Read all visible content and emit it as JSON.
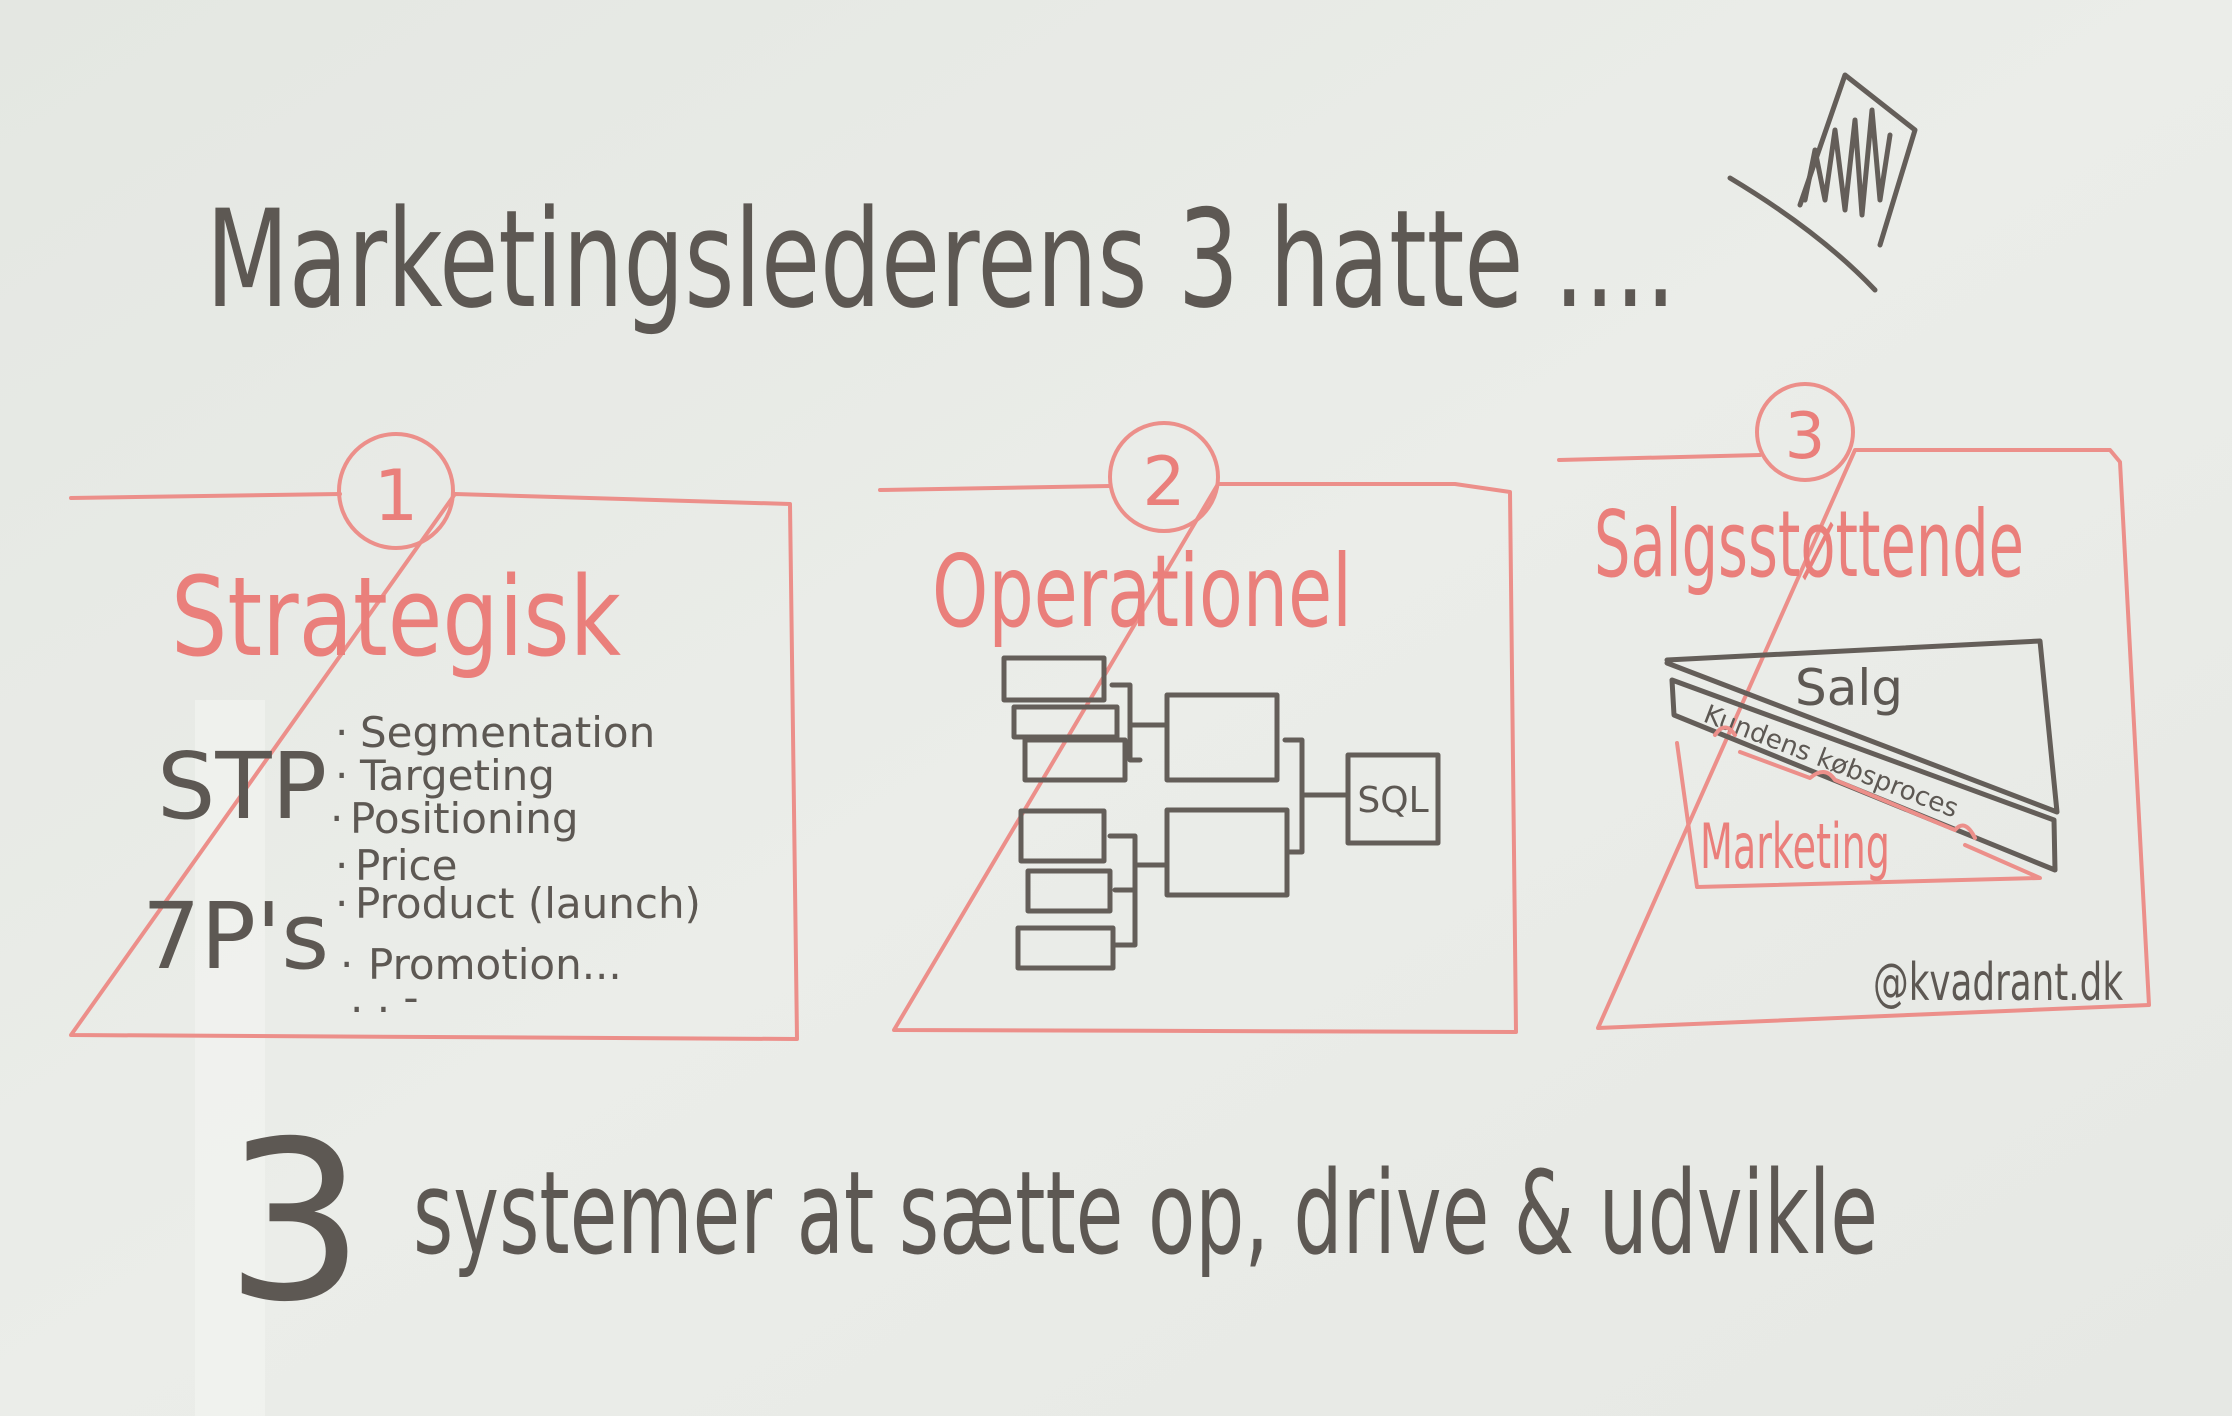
{
  "title": "Marketingslederens 3 hatte ....",
  "hats": [
    {
      "number": "1",
      "heading": "Strategisk",
      "groups": [
        {
          "label": "STP",
          "items": [
            "Segmentation",
            "Targeting",
            "Positioning"
          ]
        },
        {
          "label": "7P's",
          "items": [
            "Price",
            "Product (launch)",
            "Promotion..."
          ]
        }
      ],
      "ellipsis": ". . -"
    },
    {
      "number": "2",
      "heading": "Operationel",
      "diagram_label": "SQL"
    },
    {
      "number": "3",
      "heading": "Salgsstøttende",
      "sales_label": "Salg",
      "process_label": "Kundens købsproces",
      "marketing_label": "Marketing",
      "credit": "@kvadrant.dk"
    }
  ],
  "footer": {
    "number": "3",
    "text": "systemer at sætte op, drive & udvikle"
  },
  "colors": {
    "board": "#e7e9e4",
    "black_marker": "#645e59",
    "red_marker": "#ec8f8a"
  }
}
